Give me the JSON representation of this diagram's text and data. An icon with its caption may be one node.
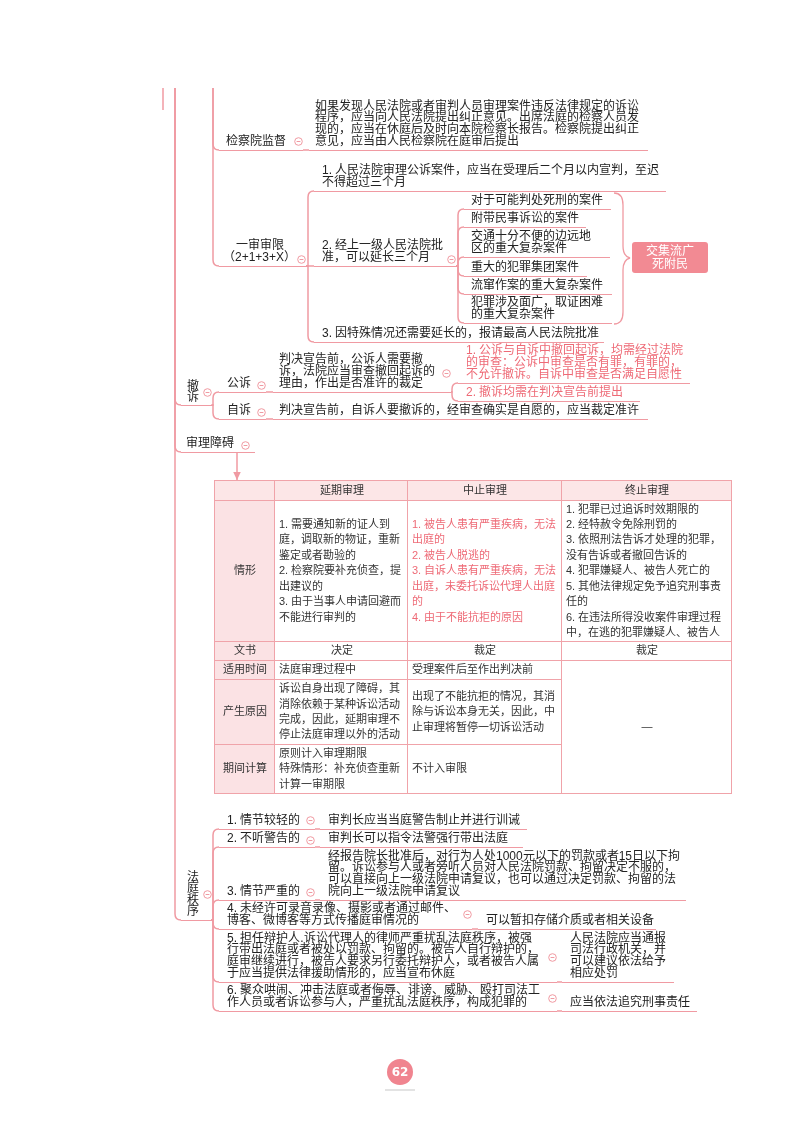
{
  "diagram": {
    "nodes": [
      {
        "text": [
          "检察院监督"
        ]
      },
      {
        "text": [
          "如果发现人民法院或者审判人员审理案件违反法律规定的诉讼程序，应当向人民法院提出纠正意见。出席法庭的检察人员发现的，应当在休庭后及时向本院检察长报告。检察院提出纠正意见，应当由人民检察院在庭审后提出"
        ]
      },
      {
        "text": [
          "一审审限",
          "（2+1+3+X）"
        ]
      },
      {
        "text": [
          "1. 人民法院审理公诉案件，应当在受理后二个月以内宣判，至迟不得超过三个月"
        ]
      },
      {
        "text": [
          "2. 经上一级人民法院批准，可以延长三个月"
        ]
      },
      {
        "text": [
          "对于可能判处死刑的案件"
        ]
      },
      {
        "text": [
          "附带民事诉讼的案件"
        ]
      },
      {
        "text": [
          "交通十分不便的边远地区的重大复杂案件"
        ]
      },
      {
        "text": [
          "重大的犯罪集团案件"
        ]
      },
      {
        "text": [
          "流窜作案的重大复杂案件"
        ]
      },
      {
        "text": [
          "犯罪涉及面广，取证困难的重大复杂案件"
        ]
      },
      {
        "text": [
          "交集流广死附民"
        ]
      },
      {
        "text": [
          "3. 因特殊情况还需要延长的，报请最高人民法院批准"
        ]
      },
      {
        "text": [
          "撤诉"
        ]
      },
      {
        "text": [
          "公诉"
        ]
      },
      {
        "text": [
          "判决宣告前，公诉人需要撤诉，法院应当审查撤回起诉的理由，作出是否准许的裁定"
        ]
      },
      {
        "text": [
          "1. 公诉与自诉中撤回起诉，均需经过法院的审查：公诉中审查是否有罪，有罪的，不允许撤诉。自诉中审查是否满足自愿性"
        ]
      },
      {
        "text": [
          "2. 撤诉均需在判决宣告前提出"
        ]
      },
      {
        "text": [
          "自诉"
        ]
      },
      {
        "text": [
          "判决宣告前，自诉人要撤诉的，经审查确实是自愿的，应当裁定准许"
        ]
      },
      {
        "text": [
          "审理障碍"
        ]
      },
      {
        "text": [
          "延期审理",
          "中止审理",
          "终止审理",
          "情形",
          "1. 需要通知新的证人到庭，调取新的物证，重新鉴定或者勘验的",
          "2. 检察院要补充侦查，提出建议的",
          "3. 由于当事人申请回避而不能进行审判的",
          "1. 被告人患有严重疾病，无法出庭的",
          "2. 被告人脱逃的",
          "3. 自诉人患有严重疾病，无法出庭，未委托诉讼代理人出庭的",
          "4. 由于不能抗拒的原因",
          "1. 犯罪已过追诉时效期限的",
          "2. 经特赦令免除刑罚的",
          "3. 依照刑法告诉才处理的犯罪，没有告诉或者撤回告诉的",
          "4. 犯罪嫌疑人、被告人死亡的",
          "5. 其他法律规定免予追究刑事责任的",
          "6. 在违法所得没收案件审理过程中，在逃的犯罪嫌疑人、被告人",
          "文书",
          "决定",
          "裁定",
          "裁定",
          "适用时间",
          "法庭审理过程中",
          "受理案件后至作出判决前",
          "—",
          "产生原因",
          "诉讼自身出现了障碍，其消除依赖于某种诉讼活动完成，因此，延期审理不停止法庭审理以外的活动",
          "出现了不能抗拒的情况，其消除与诉讼本身无关，因此，中止审理将暂停一切诉讼活动",
          "期间计算",
          "原则计入审理期限",
          "特殊情形：补充侦查重新计算一审期限",
          "不计入审限"
        ]
      },
      {
        "text": [
          "法庭秩序"
        ]
      },
      {
        "text": [
          "1. 情节较轻的"
        ]
      },
      {
        "text": [
          "审判长应当当庭警告制止并进行训诫"
        ]
      },
      {
        "text": [
          "2. 不听警告的"
        ]
      },
      {
        "text": [
          "审判长可以指令法警强行带出法庭"
        ]
      },
      {
        "text": [
          "3. 情节严重的"
        ]
      },
      {
        "text": [
          "经报告院长批准后，对行为人处1000元以下的罚款或者15日以下拘留。诉讼参与人或者旁听人员对人民法院罚款、拘留决定不服的，可以直接向上一级法院申请复议，也可以通过决定罚款、拘留的法院向上一级法院申请复议"
        ]
      },
      {
        "text": [
          "4. 未经许可录音录像、摄影或者通过邮件、博客、微博客等方式传播庭审情况的"
        ]
      },
      {
        "text": [
          "可以暂扣存储介质或者相关设备"
        ]
      },
      {
        "text": [
          "5. 担任辩护人.诉讼代理人的律师严重扰乱法庭秩序，被强行带出法庭或者被处以罚款、拘留的。被告人自行辩护的，庭审继续进行，被告人要求另行委托辩护人，或者被告人属于应当提供法律援助情形的，应当宣布休庭"
        ]
      },
      {
        "text": [
          "人民法院应当通报司法行政机关，并可以建议依法给予相应处罚"
        ]
      },
      {
        "text": [
          "6. 聚众哄闹、冲击法庭或者侮辱、诽谤、威胁、殴打司法工作人员或者诉讼参与人，严重扰乱法庭秩序，构成犯罪的"
        ]
      },
      {
        "text": [
          "应当依法追究刑事责任"
        ]
      }
    ],
    "edges": [
      {
        "from": null,
        "to": 0,
        "arrow": "none"
      },
      {
        "from": null,
        "to": 2,
        "arrow": "none"
      },
      {
        "from": 0,
        "to": 1,
        "arrow": "none"
      },
      {
        "from": 2,
        "to": 3,
        "arrow": "none"
      },
      {
        "from": 2,
        "to": 4,
        "arrow": "none"
      },
      {
        "from": 2,
        "to": 12,
        "arrow": "none"
      },
      {
        "from": 4,
        "to": 5,
        "arrow": "none"
      },
      {
        "from": 4,
        "to": 6,
        "arrow": "none"
      },
      {
        "from": 4,
        "to": 7,
        "arrow": "none"
      },
      {
        "from": 4,
        "to": 8,
        "arrow": "none"
      },
      {
        "from": 4,
        "to": 9,
        "arrow": "none"
      },
      {
        "from": 4,
        "to": 10,
        "arrow": "none"
      },
      {
        "from": null,
        "to": 13,
        "arrow": "none"
      },
      {
        "from": 13,
        "to": 14,
        "arrow": "none"
      },
      {
        "from": 13,
        "to": 18,
        "arrow": "none"
      },
      {
        "from": 14,
        "to": 15,
        "arrow": "none"
      },
      {
        "from": 15,
        "to": 16,
        "arrow": "none"
      },
      {
        "from": 15,
        "to": 17,
        "arrow": "none"
      },
      {
        "from": 18,
        "to": 19,
        "arrow": "none"
      },
      {
        "from": null,
        "to": 20,
        "arrow": "none"
      },
      {
        "from": 20,
        "to": 21,
        "arrow": "to"
      },
      {
        "from": null,
        "to": 22,
        "arrow": "none"
      },
      {
        "from": 22,
        "to": 23,
        "arrow": "none"
      },
      {
        "from": 22,
        "to": 25,
        "arrow": "none"
      },
      {
        "from": 22,
        "to": 27,
        "arrow": "none"
      },
      {
        "from": 22,
        "to": 29,
        "arrow": "none"
      },
      {
        "from": 22,
        "to": 31,
        "arrow": "none"
      },
      {
        "from": 22,
        "to": 33,
        "arrow": "none"
      },
      {
        "from": 23,
        "to": 24,
        "arrow": "none"
      },
      {
        "from": 25,
        "to": 26,
        "arrow": "none"
      },
      {
        "from": 27,
        "to": 28,
        "arrow": "none"
      },
      {
        "from": 29,
        "to": 30,
        "arrow": "none"
      },
      {
        "from": 31,
        "to": 32,
        "arrow": "none"
      },
      {
        "from": 33,
        "to": 34,
        "arrow": "none"
      }
    ],
    "labels": [
      "62"
    ]
  }
}
